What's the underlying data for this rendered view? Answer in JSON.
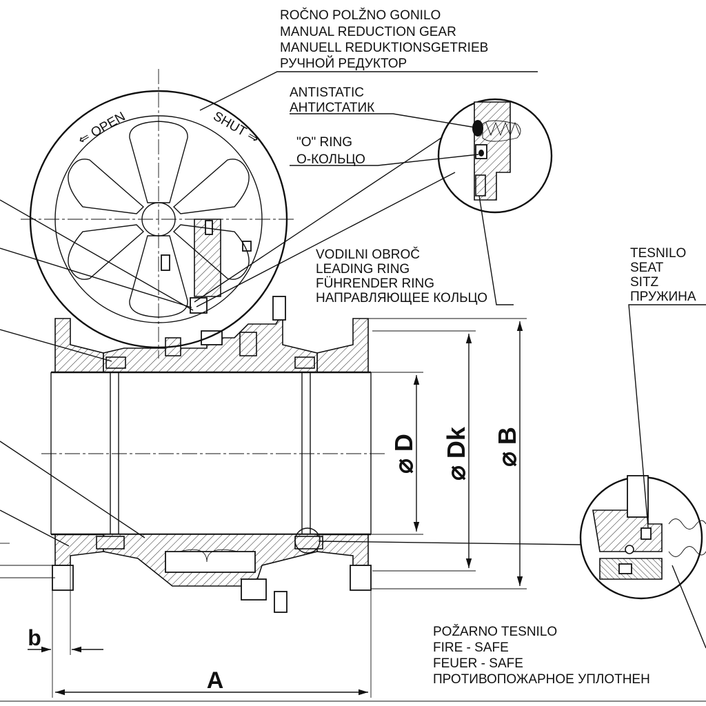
{
  "labels": {
    "gear": [
      "ROČNO POLŽNO GONILO",
      "MANUAL REDUCTION GEAR",
      "MANUELL REDUKTIONSGETRIEB",
      "РУЧНОЙ РЕДУКТОР"
    ],
    "antistatic": [
      "ANTISTATIC",
      "АНТИСТАТИК"
    ],
    "oring": [
      "\"O\" RING",
      "O-КОЛЬЦО"
    ],
    "leading_ring": [
      "VODILNI OBROČ",
      "LEADING RING",
      "FÜHRENDER RING",
      "НАПРАВЛЯЮЩЕЕ КОЛЬЦО"
    ],
    "seat": [
      "TESNILO",
      "SEAT",
      "SITZ",
      "ПРУЖИНА"
    ],
    "fire_safe": [
      "POŽARNO TESNILO",
      "FIRE - SAFE",
      "FEUER - SAFE",
      "ПРОТИВОПОЖАРНОЕ УПЛОТНЕН"
    ]
  },
  "handwheel": {
    "open": "⇐ OPEN",
    "shut": "SHUT ⇒"
  },
  "dimensions": {
    "D": "⌀ D",
    "Dk": "⌀ Dk",
    "B": "⌀ B",
    "A": "A",
    "b": "b"
  }
}
